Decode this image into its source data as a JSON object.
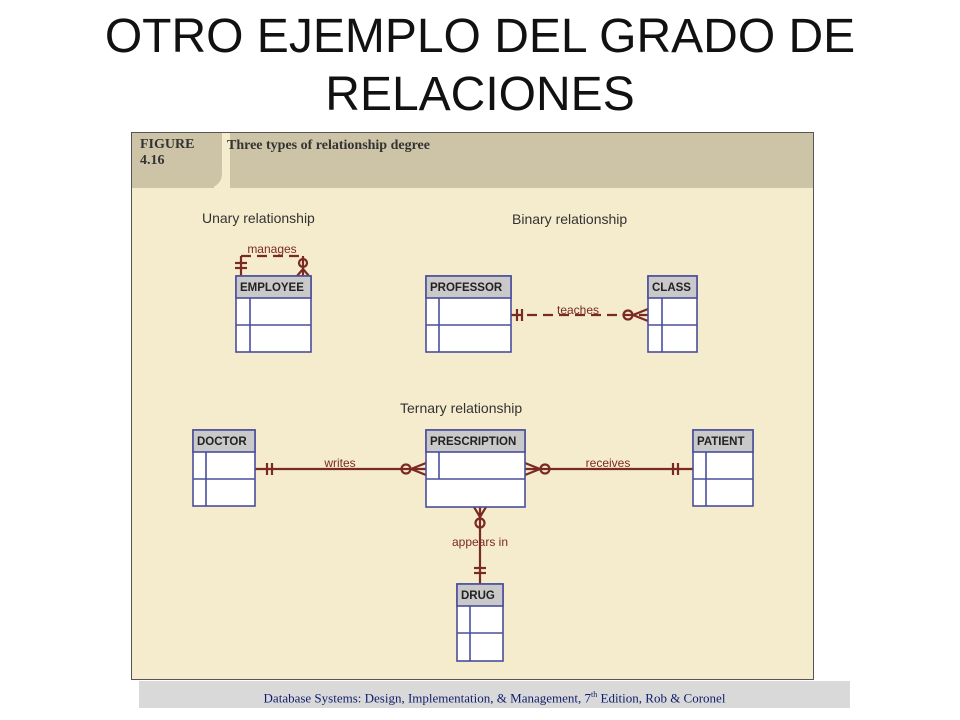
{
  "title": {
    "line1": "OTRO EJEMPLO DEL GRADO DE",
    "line2": "RELACIONES"
  },
  "figure": {
    "label_line1": "FIGURE",
    "label_line2": "4.16",
    "caption": "Three types of relationship degree",
    "sections": {
      "unary": "Unary relationship",
      "binary": "Binary relationship",
      "ternary": "Ternary relationship"
    },
    "entities": {
      "employee": "EMPLOYEE",
      "professor": "PROFESSOR",
      "class": "CLASS",
      "doctor": "DOCTOR",
      "prescription": "PRESCRIPTION",
      "patient": "PATIENT",
      "drug": "DRUG"
    },
    "relationships": {
      "manages": "manages",
      "teaches": "teaches",
      "writes": "writes",
      "receives": "receives",
      "appears_in": "appears in"
    },
    "colors": {
      "entity_border": "#4a4e9c",
      "entity_header": "#c9c9c9",
      "relationship_line": "#7a2a22",
      "panel_bg": "#f5eccd",
      "header_bg": "#cdc3a6"
    }
  },
  "footer": {
    "prefix": "Database Systems: Design, Implementation, & Management, 7",
    "superscript": "th",
    "suffix": " Edition, Rob & Coronel"
  }
}
